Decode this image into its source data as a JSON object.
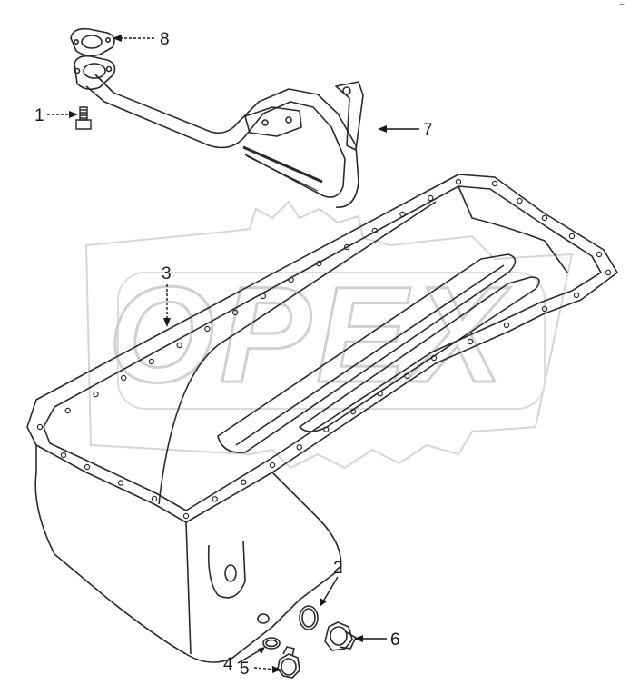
{
  "watermark": {
    "text": "OPEX"
  },
  "corner_mark": "~",
  "callouts": [
    {
      "id": "1",
      "label": "1"
    },
    {
      "id": "2",
      "label": "2"
    },
    {
      "id": "3",
      "label": "3"
    },
    {
      "id": "4",
      "label": "4"
    },
    {
      "id": "5",
      "label": "5"
    },
    {
      "id": "6",
      "label": "6"
    },
    {
      "id": "7",
      "label": "7"
    },
    {
      "id": "8",
      "label": "8"
    }
  ],
  "colors": {
    "line": "#2a2a2a",
    "watermark": "#d9d9d9",
    "background": "#ffffff"
  }
}
